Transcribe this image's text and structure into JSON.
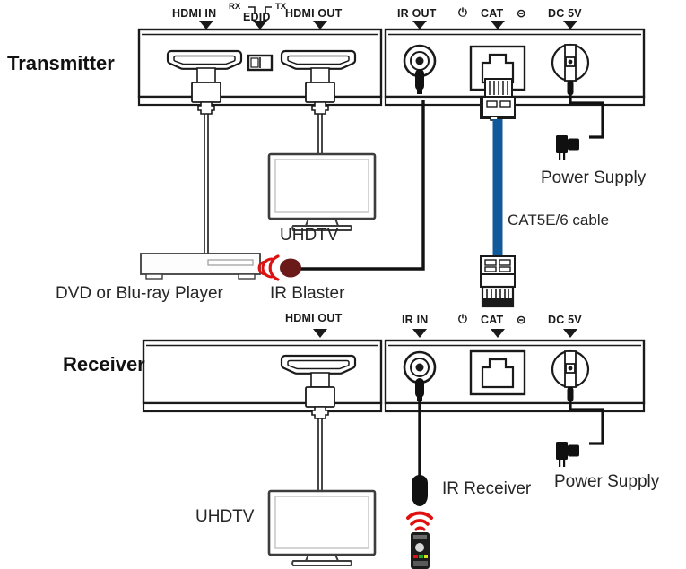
{
  "diagram": {
    "title_transmitter": "Transmitter",
    "title_receiver": "Receiver",
    "colors": {
      "cat_cable_blue": "#105a99",
      "ir_wave_red": "#dd1111",
      "ir_blaster_body": "#6b1a1a",
      "outline_black": "#1a1a1a",
      "device_gray": "#f2f2f2"
    }
  },
  "transmitter": {
    "name": "Transmitter",
    "ports": [
      {
        "id": "hdmi-in",
        "label": "HDMI IN"
      },
      {
        "id": "edid",
        "label": "EDID",
        "switch_left": "RX",
        "switch_right": "TX"
      },
      {
        "id": "hdmi-out",
        "label": "HDMI OUT"
      },
      {
        "id": "ir-out",
        "label": "IR OUT"
      },
      {
        "id": "power-led",
        "label": "⏻"
      },
      {
        "id": "cat",
        "label": "CAT"
      },
      {
        "id": "link-led",
        "label": "⊝"
      },
      {
        "id": "dc5v",
        "label": "DC 5V"
      }
    ]
  },
  "receiver": {
    "name": "Receiver",
    "ports": [
      {
        "id": "hdmi-out",
        "label": "HDMI OUT"
      },
      {
        "id": "ir-in",
        "label": "IR IN"
      },
      {
        "id": "power-led",
        "label": "⏻"
      },
      {
        "id": "cat",
        "label": "CAT"
      },
      {
        "id": "link-led",
        "label": "⊝"
      },
      {
        "id": "dc5v",
        "label": "DC 5V"
      }
    ]
  },
  "devices": {
    "uhdtv_top": "UHDTV",
    "uhdtv_bottom": "UHDTV",
    "source_player": "DVD or Blu-ray Player",
    "ir_blaster": "IR Blaster",
    "ir_receiver": "IR Receiver",
    "cat_cable": "CAT5E/6 cable",
    "power_supply_top": "Power Supply",
    "power_supply_bottom": "Power Supply"
  }
}
